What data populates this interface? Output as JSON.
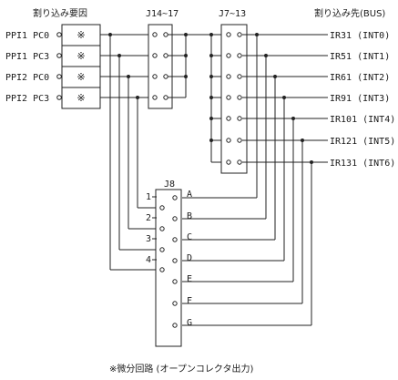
{
  "header": {
    "left_title": "割り込み要因",
    "j14_label": "J14~17",
    "j7_label": "J7~13",
    "right_title": "割り込み先(BUS)"
  },
  "sources": [
    {
      "name": "PPI1 PC0",
      "mark": "※"
    },
    {
      "name": "PPI1 PC3",
      "mark": "※"
    },
    {
      "name": "PPI2 PC0",
      "mark": "※"
    },
    {
      "name": "PPI2 PC3",
      "mark": "※"
    }
  ],
  "destinations": [
    "IR31 (INT0)",
    "IR51 (INT1)",
    "IR61 (INT2)",
    "IR91 (INT3)",
    "IR101 (INT4)",
    "IR121 (INT5)",
    "IR131 (INT6)"
  ],
  "j8": {
    "label": "J8",
    "left_pins": [
      "1",
      "2",
      "3",
      "4"
    ],
    "right_pins": [
      "A",
      "B",
      "C",
      "D",
      "E",
      "F",
      "G"
    ]
  },
  "footnote": "※微分回路 (オープンコレクタ出力)"
}
